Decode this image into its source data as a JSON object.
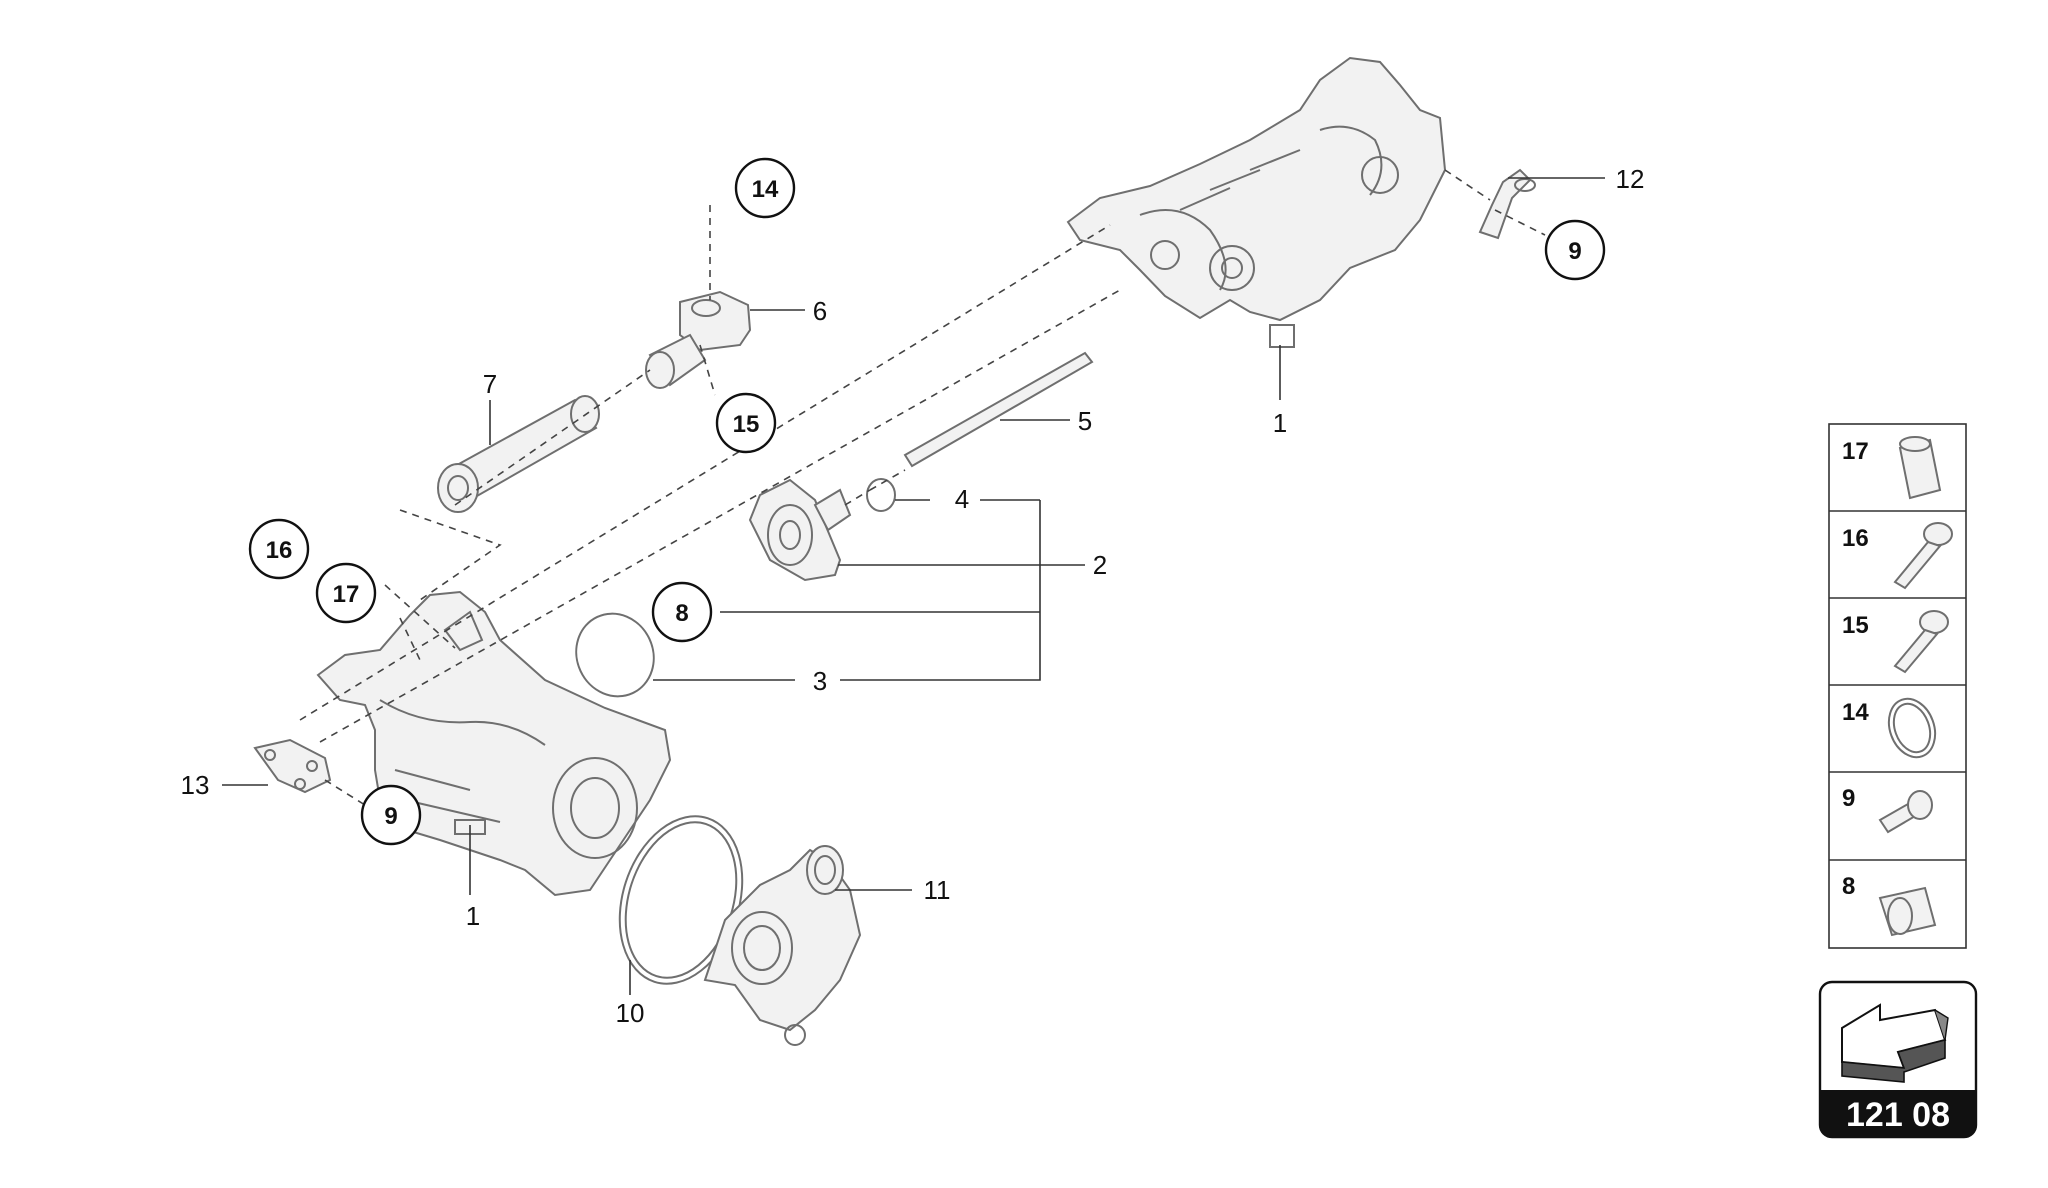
{
  "diagram": {
    "callouts": {
      "c1a": "1",
      "c1b": "1",
      "c2": "2",
      "c3": "3",
      "c4": "4",
      "c5": "5",
      "c6": "6",
      "c7": "7",
      "c10": "10",
      "c11": "11",
      "c12": "12",
      "c13": "13",
      "k8": "8",
      "k9a": "9",
      "k9b": "9",
      "k14": "14",
      "k15": "15",
      "k16": "16",
      "k17": "17"
    }
  },
  "legend": {
    "items": [
      "17",
      "16",
      "15",
      "14",
      "9",
      "8"
    ]
  },
  "page_ref": {
    "code": "121 08",
    "icon": "arrow-icon"
  }
}
